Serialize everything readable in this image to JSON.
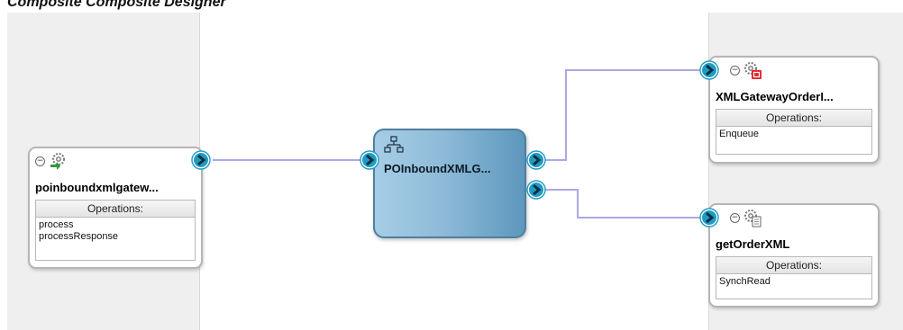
{
  "caption": "Composite Composite Designer",
  "services": {
    "inbound": {
      "title": "poinboundxmlgatew...",
      "ops_header": "Operations:",
      "operations": [
        "process",
        "processResponse"
      ],
      "icon": "gear-inbound-icon"
    }
  },
  "component": {
    "title": "POInboundXMLG...",
    "icon": "bpel-process-icon"
  },
  "references": {
    "gateway": {
      "title": "XMLGatewayOrderI...",
      "ops_header": "Operations:",
      "operations": [
        "Enqueue"
      ],
      "icon": "aq-adapter-icon"
    },
    "getorder": {
      "title": "getOrderXML",
      "ops_header": "Operations:",
      "operations": [
        "SynchRead"
      ],
      "icon": "file-adapter-icon"
    }
  },
  "colors": {
    "wire": "#a9a9e6",
    "port": "#1f9bc3",
    "component": "#8ebbd8",
    "swimlane": "#efefef"
  }
}
